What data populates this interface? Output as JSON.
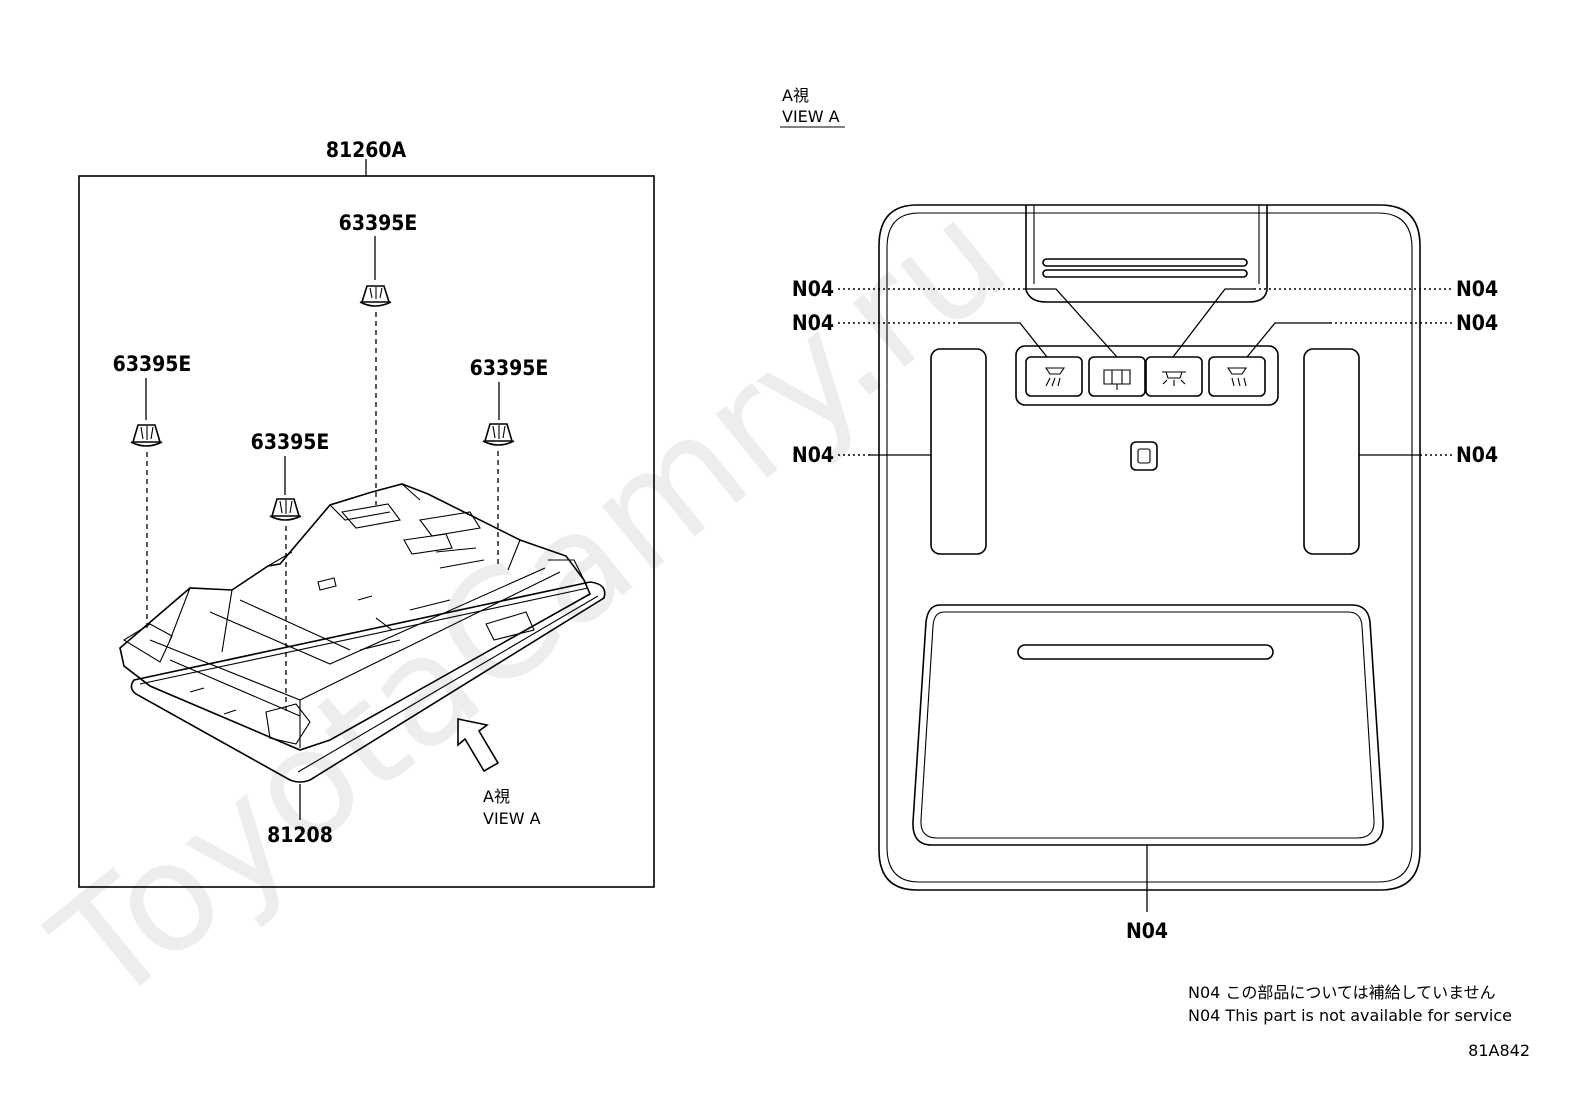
{
  "watermark": "ToyotaCamry.ru",
  "left_panel": {
    "assembly_label": "81260A",
    "clip_labels": [
      "63395E",
      "63395E",
      "63395E",
      "63395E"
    ],
    "lamp_label": "81208",
    "view_ref_jp": "A視",
    "view_ref_en": "VIEW A"
  },
  "right_panel": {
    "view_title_jp": "A視",
    "view_title_en": "VIEW A",
    "callouts": [
      "N04",
      "N04",
      "N04",
      "N04",
      "N04",
      "N04",
      "N04"
    ]
  },
  "footnote": {
    "jp": "N04 この部品については補給していません",
    "en": "N04 This part is not available for service"
  },
  "figure_code": "81A842"
}
